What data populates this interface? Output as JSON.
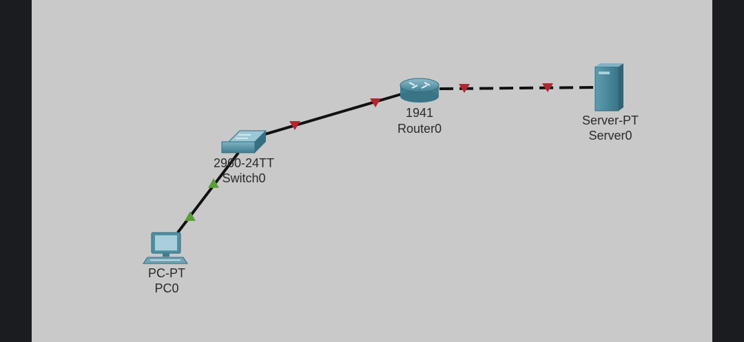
{
  "colors": {
    "workspace_bg": "#c9c9c9",
    "frame_bg": "#1b1c20",
    "link_color": "#111111",
    "link_up_color": "#5a9e3a",
    "link_down_color": "#b3262f",
    "device_body": "#4f8fa3"
  },
  "devices": {
    "pc": {
      "model": "PC-PT",
      "name": "PC0",
      "icon": "pc-icon"
    },
    "switch": {
      "model": "2960-24TT",
      "name": "Switch0",
      "icon": "switch-icon"
    },
    "router": {
      "model": "1941",
      "name": "Router0",
      "icon": "router-icon"
    },
    "server": {
      "model": "Server-PT",
      "name": "Server0",
      "icon": "server-icon"
    }
  },
  "links": [
    {
      "from": "PC0",
      "to": "Switch0",
      "cable": "copper-straight-through",
      "status": "up"
    },
    {
      "from": "Switch0",
      "to": "Router0",
      "cable": "copper-straight-through",
      "status": "down"
    },
    {
      "from": "Router0",
      "to": "Server0",
      "cable": "copper-cross-over",
      "status": "down"
    }
  ]
}
